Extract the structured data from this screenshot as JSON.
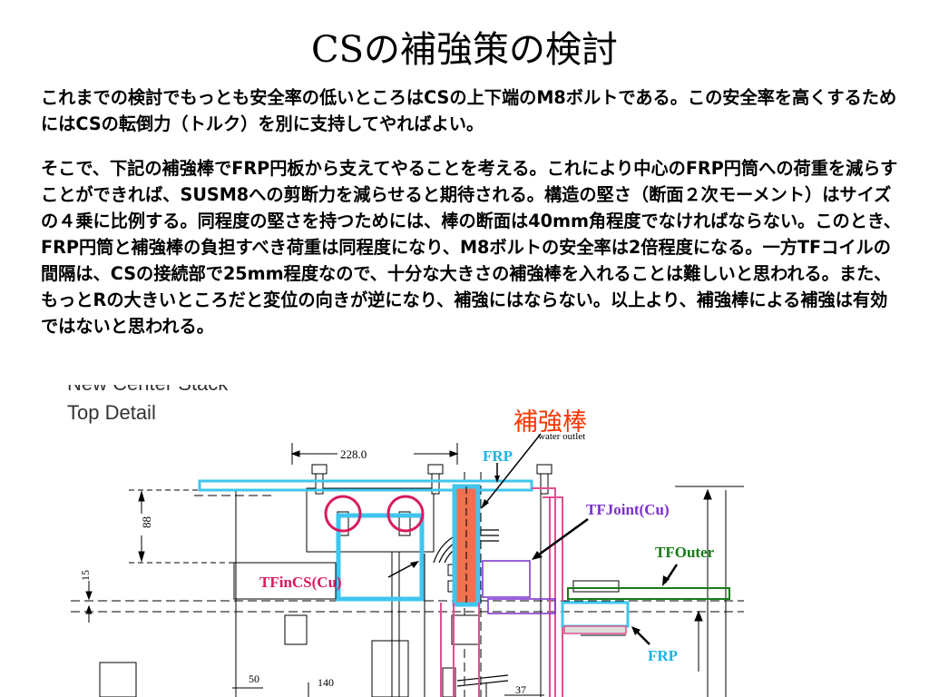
{
  "slide": {
    "title": "CSの補強策の検討",
    "paragraph1": "これまでの検討でもっとも安全率の低いところはCSの上下端のM8ボルトである。この安全率を高くするためにはCSの転倒力（トルク）を別に支持してやればよい。",
    "paragraph2": "そこで、下記の補強棒でFRP円板から支えてやることを考える。これにより中心のFRP円筒への荷重を減らすことができれば、SUSM8への剪断力を減らせると期待される。構造の堅さ（断面２次モーメント）はサイズの４乗に比例する。同程度の堅さを持つためには、棒の断面は40mm角程度でなければならない。このとき、FRP円筒と補強棒の負担すべき荷重は同程度になり、M8ボルトの安全率は2倍程度になる。一方TFコイルの間隔は、CSの接続部で25mm程度なので、十分な大きさの補強棒を入れることは難しいと思われる。また、もっとRの大きいところだと変位の向きが逆になり、補強にはならない。以上より、補強棒による補強は有効ではないと思われる。"
  },
  "drawing": {
    "header_line1": "New Center Stack",
    "header_line2": "Top Detail",
    "labels": {
      "reinforcement_bar": "補強棒",
      "water_outlet": "water outlet",
      "frp_top": "FRP",
      "tf_joint": "TFJoint(Cu)",
      "tf_outer": "TFOuter",
      "tf_in_cs": "TFinCS(Cu)",
      "frp_bottom": "FRP"
    },
    "dimensions": {
      "d228": "228.0",
      "d88": "88",
      "d15": "15",
      "d50": "50",
      "d140": "140",
      "d37": "37"
    },
    "colors": {
      "highlight_cyan": "#3fc6ee",
      "reinforcement_red": "#f07050",
      "label_red": "#ff3300",
      "label_blue": "#1ab4e6",
      "joint_purple": "#7a2fd0",
      "outer_green": "#1a7a1a",
      "magenta": "#d81b60"
    }
  }
}
